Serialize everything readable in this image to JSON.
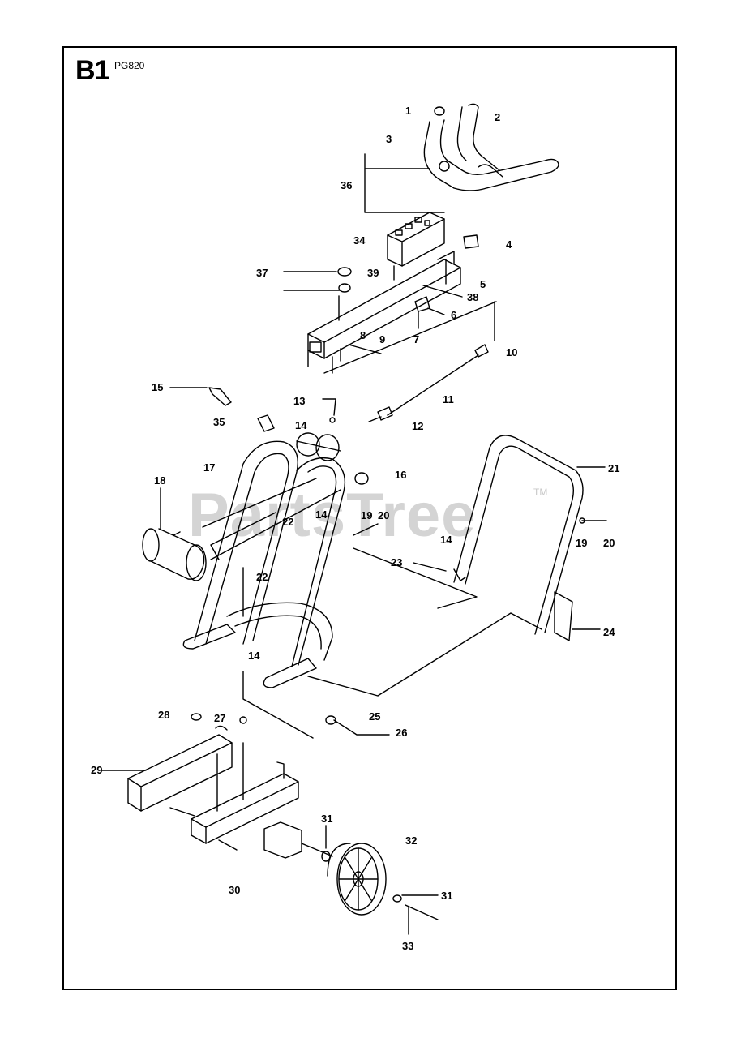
{
  "section_label": "B1",
  "model": "PG820",
  "watermark": "PartsTree",
  "trademark": "TM",
  "callouts": [
    {
      "id": "c1",
      "text": "1"
    },
    {
      "id": "c2",
      "text": "2"
    },
    {
      "id": "c3",
      "text": "3"
    },
    {
      "id": "c36",
      "text": "36"
    },
    {
      "id": "c34",
      "text": "34"
    },
    {
      "id": "c4",
      "text": "4"
    },
    {
      "id": "c37",
      "text": "37"
    },
    {
      "id": "c39",
      "text": "39"
    },
    {
      "id": "c5",
      "text": "5"
    },
    {
      "id": "c38",
      "text": "38"
    },
    {
      "id": "c6",
      "text": "6"
    },
    {
      "id": "c7",
      "text": "7"
    },
    {
      "id": "c8",
      "text": "8"
    },
    {
      "id": "c9",
      "text": "9"
    },
    {
      "id": "c10",
      "text": "10"
    },
    {
      "id": "c15",
      "text": "15"
    },
    {
      "id": "c13",
      "text": "13"
    },
    {
      "id": "c11",
      "text": "11"
    },
    {
      "id": "c35",
      "text": "35"
    },
    {
      "id": "c14a",
      "text": "14"
    },
    {
      "id": "c12",
      "text": "12"
    },
    {
      "id": "c17",
      "text": "17"
    },
    {
      "id": "c16",
      "text": "16"
    },
    {
      "id": "c21",
      "text": "21"
    },
    {
      "id": "c18",
      "text": "18"
    },
    {
      "id": "c22a",
      "text": "22"
    },
    {
      "id": "c14b",
      "text": "14"
    },
    {
      "id": "c19a",
      "text": "19"
    },
    {
      "id": "c20a",
      "text": "20"
    },
    {
      "id": "c19b",
      "text": "19"
    },
    {
      "id": "c20b",
      "text": "20"
    },
    {
      "id": "c14c",
      "text": "14"
    },
    {
      "id": "c23",
      "text": "23"
    },
    {
      "id": "c22b",
      "text": "22"
    },
    {
      "id": "c24",
      "text": "24"
    },
    {
      "id": "c14d",
      "text": "14"
    },
    {
      "id": "c25",
      "text": "25"
    },
    {
      "id": "c28",
      "text": "28"
    },
    {
      "id": "c27",
      "text": "27"
    },
    {
      "id": "c26",
      "text": "26"
    },
    {
      "id": "c29",
      "text": "29"
    },
    {
      "id": "c31a",
      "text": "31"
    },
    {
      "id": "c32",
      "text": "32"
    },
    {
      "id": "c30",
      "text": "30"
    },
    {
      "id": "c31b",
      "text": "31"
    },
    {
      "id": "c33",
      "text": "33"
    }
  ]
}
